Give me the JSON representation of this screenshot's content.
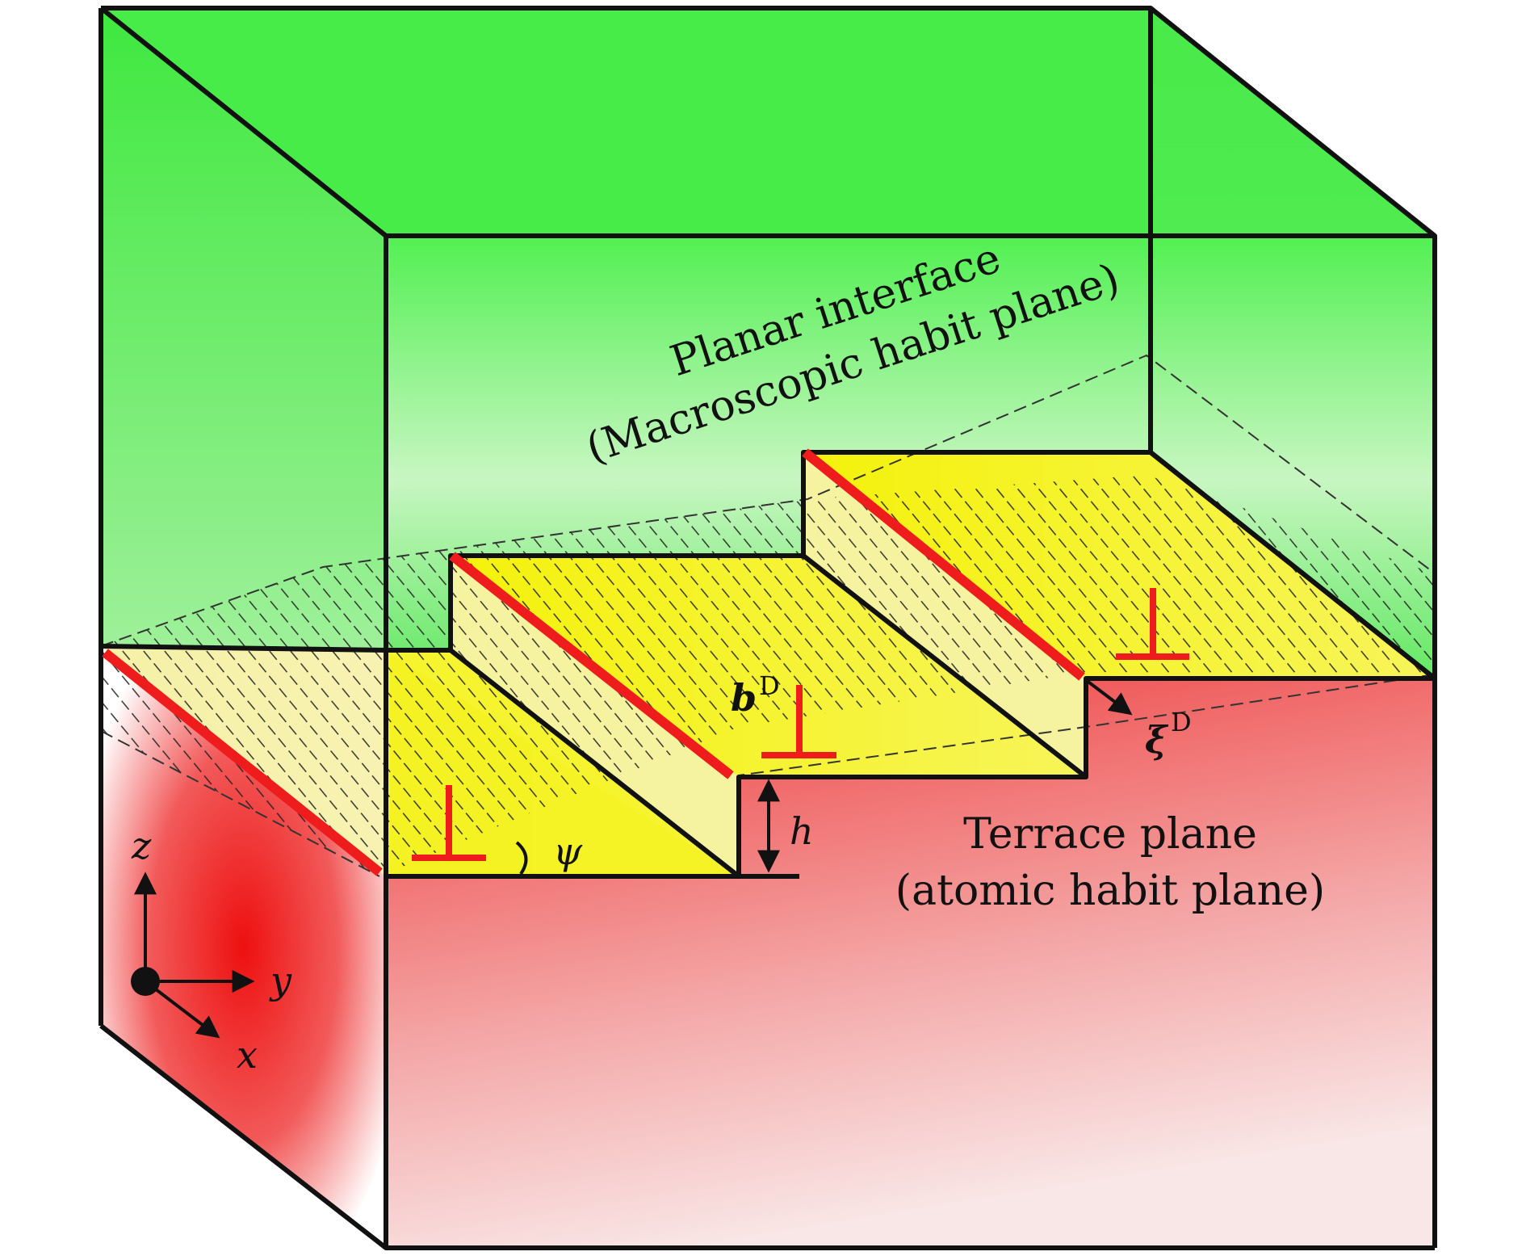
{
  "colors": {
    "upper_phase": "#5ef25e",
    "lower_phase": "#ee2a2a",
    "terrace": "#f4f20a",
    "dislocation": "#ee1c1c",
    "edge": "#111111"
  },
  "labels": {
    "planar_interface_1": "Planar interface",
    "planar_interface_2": "(Macroscopic habit plane)",
    "terrace_1": "Terrace plane",
    "terrace_2": "(atomic habit plane)",
    "burgers": "b",
    "burgers_sup": "D",
    "line_dir": "ξ",
    "line_dir_sup": "D",
    "step_height": "h",
    "angle": "ψ",
    "axis_z": "z",
    "axis_y": "y",
    "axis_x": "x"
  }
}
